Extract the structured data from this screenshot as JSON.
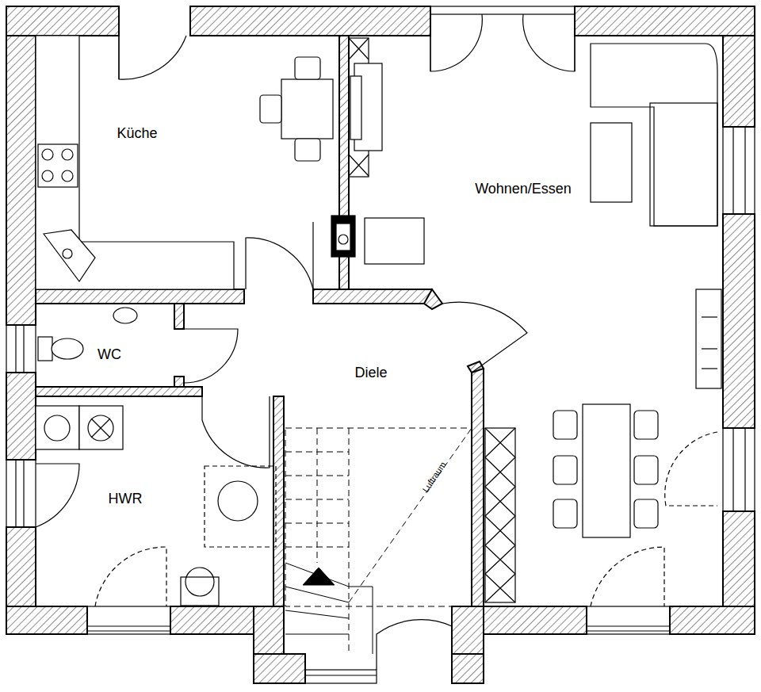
{
  "diagram": {
    "labels": [
      "Küche",
      "Wohnen/Essen",
      "WC",
      "Diele",
      "HWR",
      "Luftraum"
    ]
  }
}
